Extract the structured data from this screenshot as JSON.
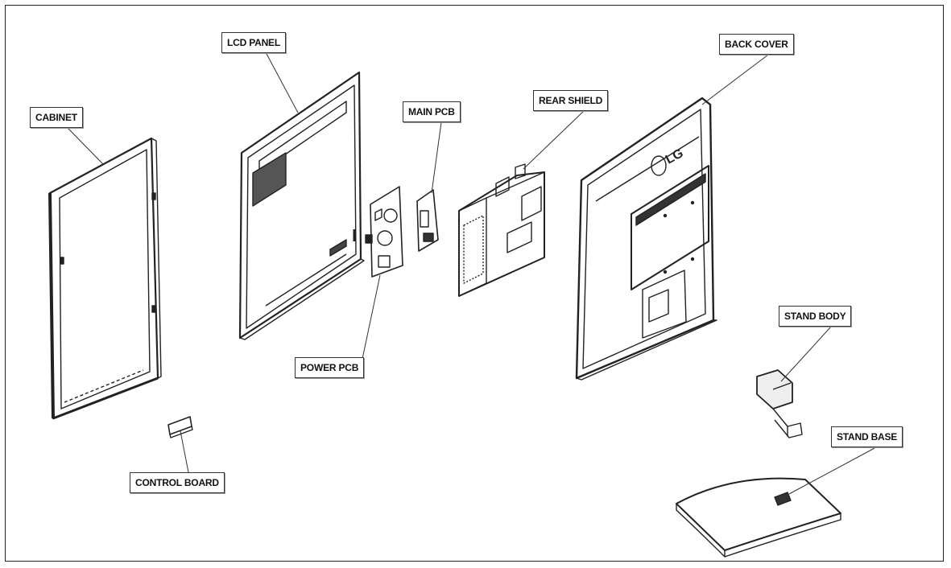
{
  "diagram": {
    "labels": {
      "cabinet": "CABINET",
      "lcd_panel": "LCD PANEL",
      "main_pcb": "MAIN PCB",
      "rear_shield": "REAR SHIELD",
      "back_cover": "BACK COVER",
      "power_pcb": "POWER PCB",
      "control_board": "CONTROL BOARD",
      "stand_body": "STAND BODY",
      "stand_base": "STAND BASE"
    },
    "brand_mark": "LG"
  }
}
